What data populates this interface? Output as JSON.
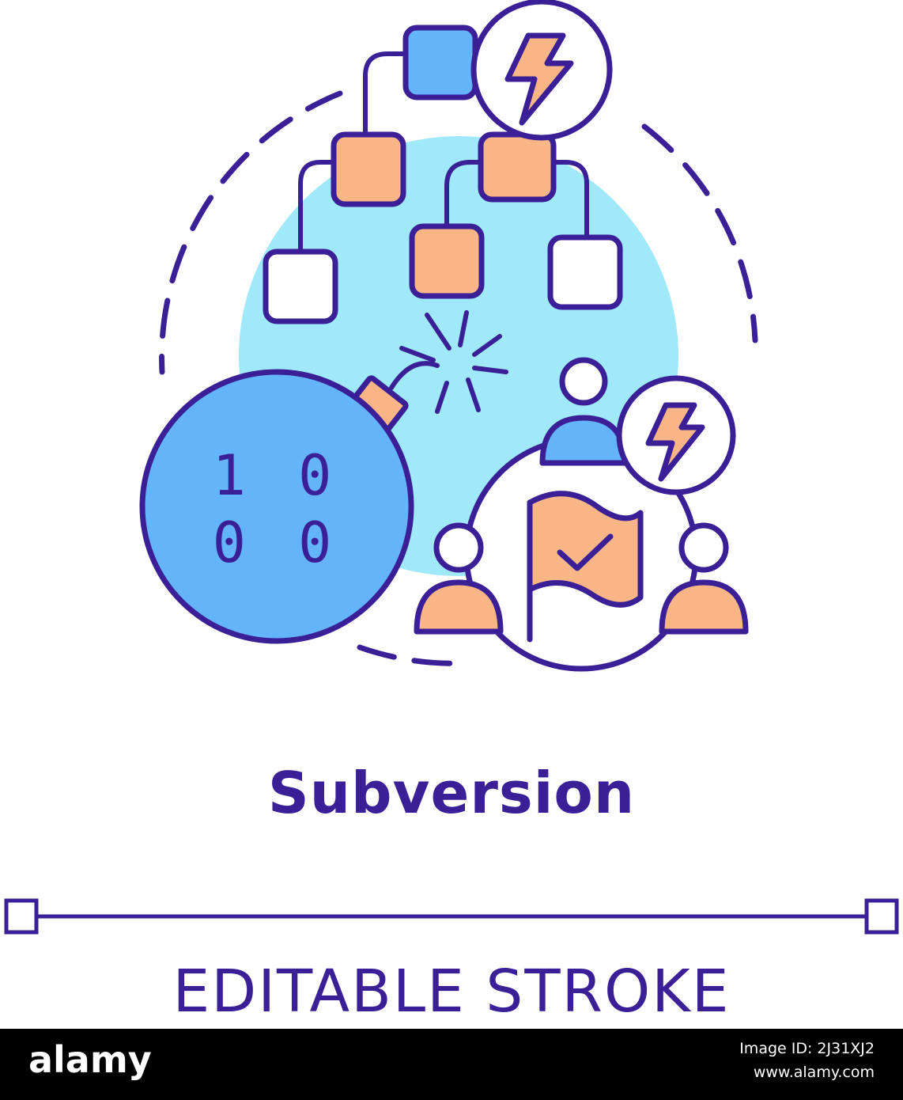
{
  "illustration": {
    "binary_row_1": "1 0",
    "binary_row_2": "0 0"
  },
  "title": "Subversion",
  "caption": "EDITABLE STROKE",
  "footer": {
    "logo": "alamy",
    "image_id_label": "Image ID: 2J31XJ2",
    "site": "www.alamy.com"
  },
  "colors": {
    "outline": "#3a1f96",
    "cyan": "#9fe9fb",
    "blue": "#64b4fa",
    "orange": "#f8b687",
    "background": "#ffffff"
  }
}
